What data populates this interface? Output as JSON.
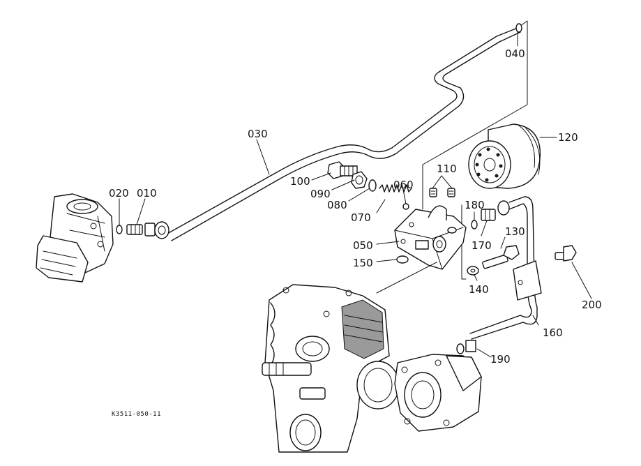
{
  "figure_code": "K3511-050-11",
  "callouts": [
    {
      "id": "p010",
      "label": "010"
    },
    {
      "id": "p020",
      "label": "020"
    },
    {
      "id": "p030",
      "label": "030"
    },
    {
      "id": "p040",
      "label": "040"
    },
    {
      "id": "p050",
      "label": "050"
    },
    {
      "id": "p060",
      "label": "060"
    },
    {
      "id": "p070",
      "label": "070"
    },
    {
      "id": "p080",
      "label": "080"
    },
    {
      "id": "p090",
      "label": "090"
    },
    {
      "id": "p100",
      "label": "100"
    },
    {
      "id": "p110",
      "label": "110"
    },
    {
      "id": "p120",
      "label": "120"
    },
    {
      "id": "p130",
      "label": "130"
    },
    {
      "id": "p140",
      "label": "140"
    },
    {
      "id": "p150",
      "label": "150"
    },
    {
      "id": "p160",
      "label": "160"
    },
    {
      "id": "p170",
      "label": "170"
    },
    {
      "id": "p180",
      "label": "180"
    },
    {
      "id": "p190",
      "label": "190"
    },
    {
      "id": "p200",
      "label": "200"
    }
  ]
}
